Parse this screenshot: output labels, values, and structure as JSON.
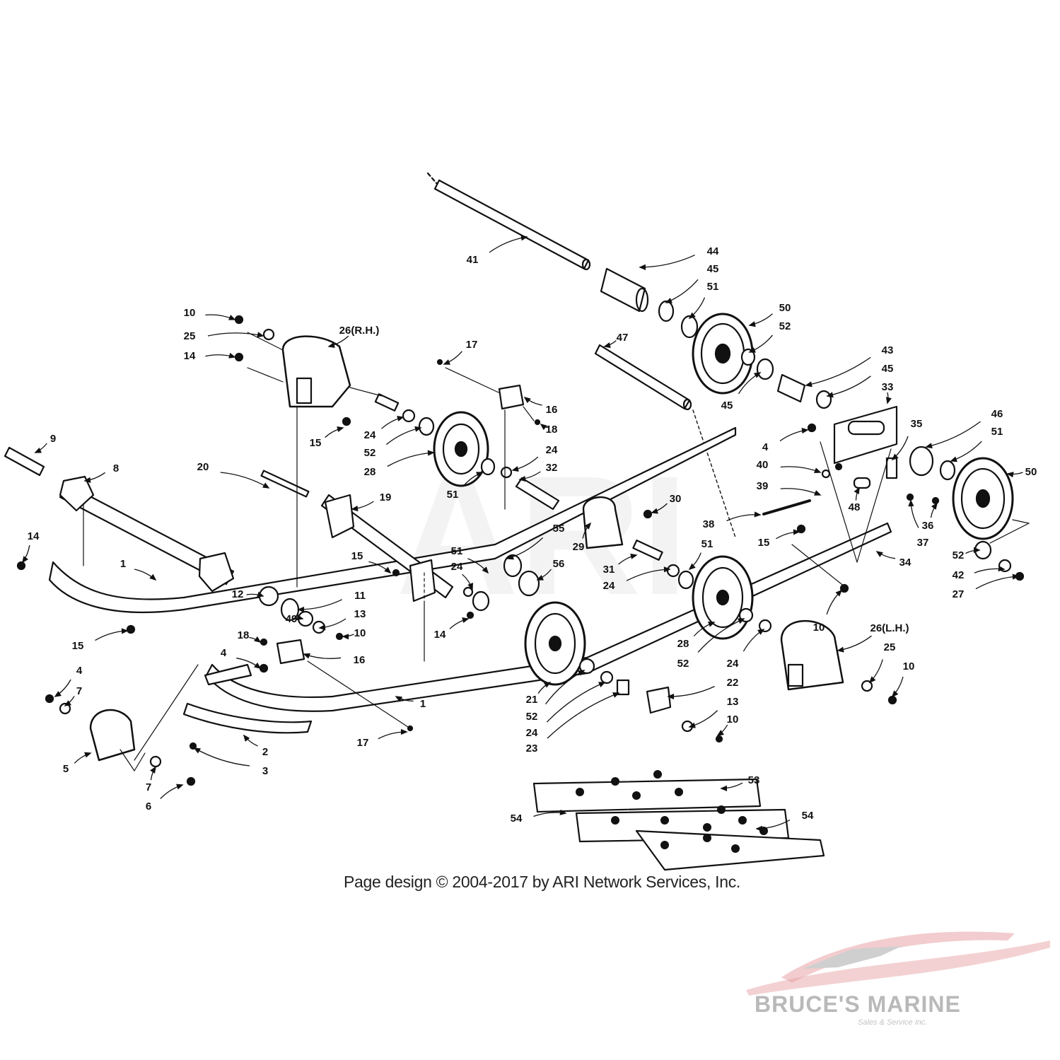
{
  "watermark": "ARI",
  "footer": {
    "copyright": "Page design © 2004-2017 by ARI Network Services, Inc."
  },
  "logo": {
    "name": "BRUCE'S MARINE",
    "subtitle": "Sales & Service Inc."
  },
  "colors": {
    "ink": "#111111",
    "footer_text": "#222222",
    "logo_gray": "#b9b9b9",
    "logo_red": "#e7a3a6"
  },
  "callouts": [
    {
      "id": "c41",
      "label": "41"
    },
    {
      "id": "c44",
      "label": "44"
    },
    {
      "id": "c45a",
      "label": "45"
    },
    {
      "id": "c51a",
      "label": "51"
    },
    {
      "id": "c50a",
      "label": "50"
    },
    {
      "id": "c52a",
      "label": "52"
    },
    {
      "id": "c43",
      "label": "43"
    },
    {
      "id": "c45b",
      "label": "45"
    },
    {
      "id": "c33",
      "label": "33"
    },
    {
      "id": "c45c",
      "label": "45"
    },
    {
      "id": "c47",
      "label": "47"
    },
    {
      "id": "c10a",
      "label": "10"
    },
    {
      "id": "c25a",
      "label": "25"
    },
    {
      "id": "c26rh",
      "label": "26(R.H.)"
    },
    {
      "id": "c14a",
      "label": "14"
    },
    {
      "id": "c15a",
      "label": "15"
    },
    {
      "id": "c17a",
      "label": "17"
    },
    {
      "id": "c16a",
      "label": "16"
    },
    {
      "id": "c18a",
      "label": "18"
    },
    {
      "id": "c24a",
      "label": "24"
    },
    {
      "id": "c52b",
      "label": "52"
    },
    {
      "id": "c28a",
      "label": "28"
    },
    {
      "id": "c24b",
      "label": "24"
    },
    {
      "id": "c32",
      "label": "32"
    },
    {
      "id": "c51b",
      "label": "51"
    },
    {
      "id": "c9",
      "label": "9"
    },
    {
      "id": "c8",
      "label": "8"
    },
    {
      "id": "c20",
      "label": "20"
    },
    {
      "id": "c19",
      "label": "19"
    },
    {
      "id": "c55",
      "label": "55"
    },
    {
      "id": "c56",
      "label": "56"
    },
    {
      "id": "c30",
      "label": "30"
    },
    {
      "id": "c29",
      "label": "29"
    },
    {
      "id": "c4a",
      "label": "4"
    },
    {
      "id": "c35",
      "label": "35"
    },
    {
      "id": "c46",
      "label": "46"
    },
    {
      "id": "c51c",
      "label": "51"
    },
    {
      "id": "c40",
      "label": "40"
    },
    {
      "id": "c39",
      "label": "39"
    },
    {
      "id": "c48",
      "label": "48"
    },
    {
      "id": "c50b",
      "label": "50"
    },
    {
      "id": "c38",
      "label": "38"
    },
    {
      "id": "c15b",
      "label": "15"
    },
    {
      "id": "c36",
      "label": "36"
    },
    {
      "id": "c37",
      "label": "37"
    },
    {
      "id": "c34",
      "label": "34"
    },
    {
      "id": "c14b",
      "label": "14"
    },
    {
      "id": "c1a",
      "label": "1"
    },
    {
      "id": "c51d",
      "label": "51"
    },
    {
      "id": "c24c",
      "label": "24"
    },
    {
      "id": "c15c",
      "label": "15"
    },
    {
      "id": "c31",
      "label": "31"
    },
    {
      "id": "c24d",
      "label": "24"
    },
    {
      "id": "c51e",
      "label": "51"
    },
    {
      "id": "c52c",
      "label": "52"
    },
    {
      "id": "c42",
      "label": "42"
    },
    {
      "id": "c27",
      "label": "27"
    },
    {
      "id": "c12",
      "label": "12"
    },
    {
      "id": "c11",
      "label": "11"
    },
    {
      "id": "c49",
      "label": "49"
    },
    {
      "id": "c13a",
      "label": "13"
    },
    {
      "id": "c10b",
      "label": "10"
    },
    {
      "id": "c14c",
      "label": "14"
    },
    {
      "id": "c15d",
      "label": "15"
    },
    {
      "id": "c18b",
      "label": "18"
    },
    {
      "id": "c16b",
      "label": "16"
    },
    {
      "id": "c4b",
      "label": "4"
    },
    {
      "id": "c10c",
      "label": "10"
    },
    {
      "id": "c28b",
      "label": "28"
    },
    {
      "id": "c52d",
      "label": "52"
    },
    {
      "id": "c24e",
      "label": "24"
    },
    {
      "id": "c26lh",
      "label": "26(L.H.)"
    },
    {
      "id": "c25b",
      "label": "25"
    },
    {
      "id": "c10d",
      "label": "10"
    },
    {
      "id": "c4c",
      "label": "4"
    },
    {
      "id": "c7a",
      "label": "7"
    },
    {
      "id": "c5",
      "label": "5"
    },
    {
      "id": "c7b",
      "label": "7"
    },
    {
      "id": "c6",
      "label": "6"
    },
    {
      "id": "c2",
      "label": "2"
    },
    {
      "id": "c3",
      "label": "3"
    },
    {
      "id": "c1b",
      "label": "1"
    },
    {
      "id": "c17b",
      "label": "17"
    },
    {
      "id": "c21",
      "label": "21"
    },
    {
      "id": "c52e",
      "label": "52"
    },
    {
      "id": "c24f",
      "label": "24"
    },
    {
      "id": "c23",
      "label": "23"
    },
    {
      "id": "c22",
      "label": "22"
    },
    {
      "id": "c13b",
      "label": "13"
    },
    {
      "id": "c10e",
      "label": "10"
    },
    {
      "id": "c53",
      "label": "53"
    },
    {
      "id": "c54a",
      "label": "54"
    },
    {
      "id": "c54b",
      "label": "54"
    }
  ]
}
